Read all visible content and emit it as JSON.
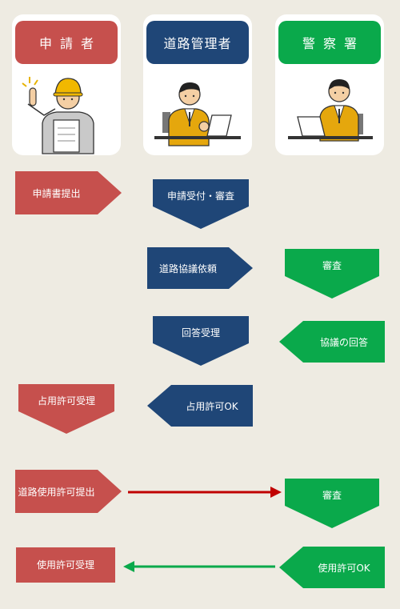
{
  "columns": {
    "applicant": "申請者",
    "road_admin": "道路管理者",
    "police": "警察署"
  },
  "colors": {
    "red": "#c6504d",
    "blue": "#1f4677",
    "green": "#0aa94b",
    "arrow_red": "#c00000",
    "arrow_green": "#0aa94b",
    "background": "#eeebe2"
  },
  "steps": {
    "submit_application": "申請書提出",
    "receive_review": "申請受付・審査",
    "road_consult_request": "道路協議依頼",
    "police_review_1": "審査",
    "answer_received": "回答受理",
    "consult_answer": "協議の回答",
    "occupancy_received": "占用許可受理",
    "occupancy_ok": "占用許可OK",
    "road_use_submit": "道路使用許可提出",
    "police_review_2": "審査",
    "use_received": "使用許可受理",
    "use_ok": "使用許可OK"
  },
  "icons": [
    "worker-pointing-icon",
    "businessman-laptop-icon",
    "businessman-laptop-icon"
  ]
}
